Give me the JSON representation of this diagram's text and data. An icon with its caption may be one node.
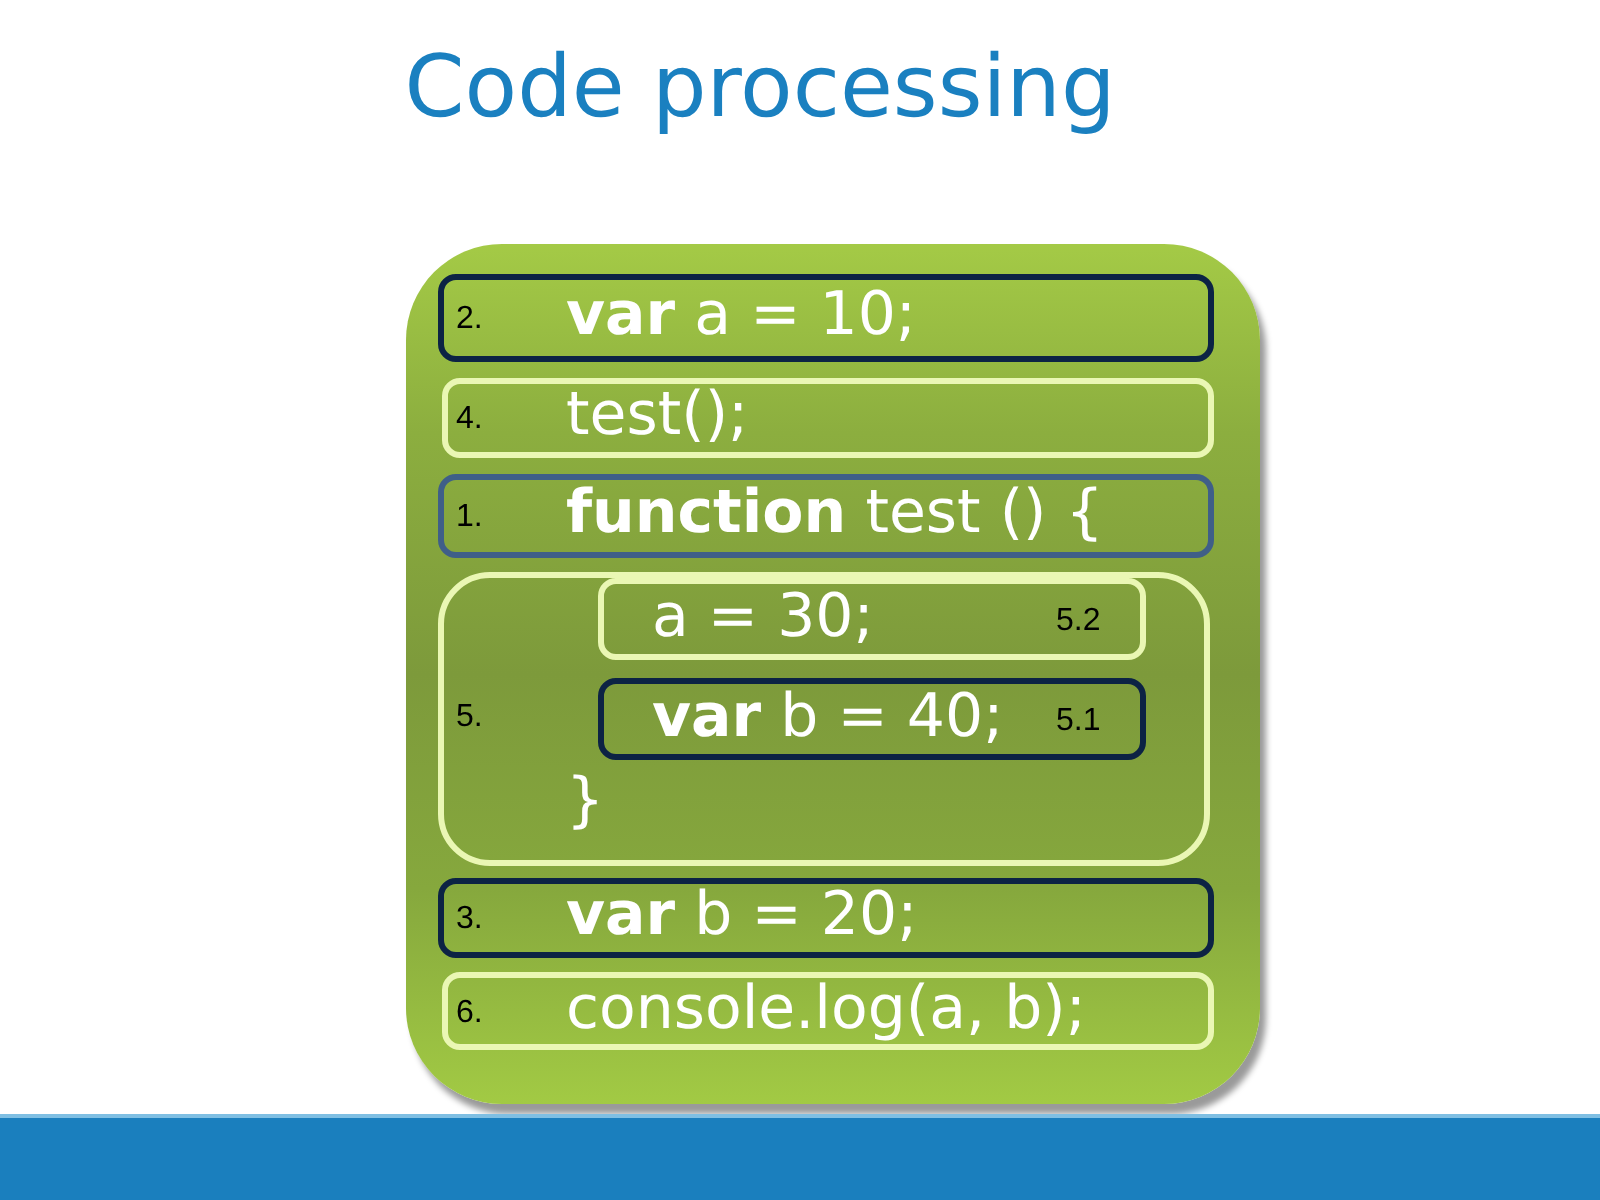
{
  "diagram": {
    "title": "Code processing",
    "nodes": [
      {
        "text": [],
        "shape": "box"
      },
      {
        "text": [
          "2.",
          "**var** a = 10;"
        ],
        "in": 0
      },
      {
        "text": [
          "4.",
          "test();"
        ],
        "in": 0
      },
      {
        "text": [
          "1.",
          "**function** test () {"
        ],
        "in": 0
      },
      {
        "text": [
          "5.",
          "}"
        ],
        "in": 0
      },
      {
        "text": [
          "a = 30;",
          "5.2"
        ],
        "in": 4
      },
      {
        "text": [
          "**var** b = 40;",
          "5.1"
        ],
        "in": 4
      },
      {
        "text": [
          "3.",
          "**var** b = 20;"
        ],
        "in": 0
      },
      {
        "text": [
          "6.",
          "console.log(a, b);"
        ],
        "in": 0
      }
    ]
  }
}
